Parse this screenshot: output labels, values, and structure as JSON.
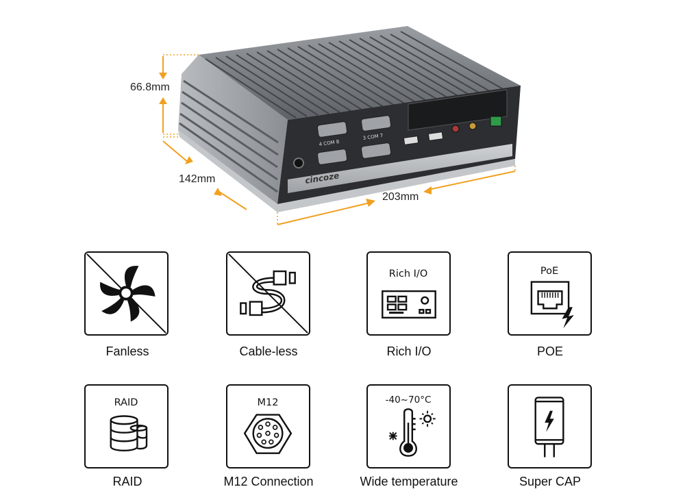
{
  "dimensions": {
    "height": "66.8mm",
    "depth": "142mm",
    "width": "203mm"
  },
  "product": {
    "brand": "cincoze",
    "com_label_1": "4  COM  8",
    "com_label_2": "3  COM  7"
  },
  "features": [
    {
      "caption": "Fanless",
      "icon": "fanless-icon",
      "inner": ""
    },
    {
      "caption": "Cable-less",
      "icon": "cable-less-icon",
      "inner": ""
    },
    {
      "caption": "Rich I/O",
      "icon": "rich-io-icon",
      "inner": "Rich I/O"
    },
    {
      "caption": "POE",
      "icon": "poe-icon",
      "inner": "PoE"
    },
    {
      "caption": "RAID",
      "icon": "raid-icon",
      "inner": "RAID"
    },
    {
      "caption": "M12 Connection",
      "icon": "m12-icon",
      "inner": "M12"
    },
    {
      "caption": "Wide temperature",
      "icon": "thermometer-icon",
      "inner": "-40~70°C"
    },
    {
      "caption": "Super CAP",
      "icon": "super-cap-icon",
      "inner": ""
    }
  ],
  "colors": {
    "accent": "#f0a020",
    "outline": "#111111"
  }
}
